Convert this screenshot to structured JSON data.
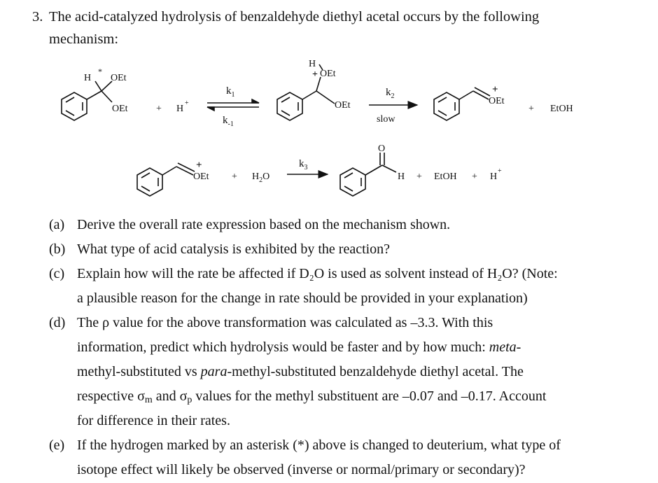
{
  "question": {
    "number": "3.",
    "stem_line1": "The acid-catalyzed hydrolysis of benzaldehyde diethyl acetal occurs by the following",
    "stem_line2": "mechanism:"
  },
  "scheme": {
    "acetal": {
      "h_label": "H",
      "asterisk": "*",
      "oet_top": "OEt",
      "oet_bottom": "OEt"
    },
    "plus1": "+",
    "hplus": {
      "h": "H",
      "sup": "+"
    },
    "k1": {
      "k": "k",
      "sub": "1"
    },
    "kminus1": {
      "k": "k",
      "sub": "-1"
    },
    "protonated": {
      "h_label": "H",
      "plus": "+",
      "oet_top": "OEt",
      "oet_bottom": "OEt"
    },
    "k2": {
      "k": "k",
      "sub": "2"
    },
    "slow": "slow",
    "oxocarbenium1": {
      "plus": "+",
      "oet": "OEt"
    },
    "plus2": "+",
    "etoh1": "EtOH",
    "oxocarbenium2": {
      "plus": "+",
      "oet": "OEt"
    },
    "plus3": "+",
    "water": {
      "h": "H",
      "sub": "2",
      "o": "O"
    },
    "k3": {
      "k": "k",
      "sub": "3"
    },
    "aldehyde": {
      "o": "O",
      "h": "H"
    },
    "plus4": "+",
    "etoh2": "EtOH",
    "plus5": "+",
    "hplus2": {
      "h": "H",
      "sup": "+"
    }
  },
  "parts": {
    "a": {
      "label": "(a)",
      "text": "Derive the overall rate expression based on the mechanism shown."
    },
    "b": {
      "label": "(b)",
      "text": "What type of acid catalysis is exhibited by the reaction?"
    },
    "c": {
      "label": "(c)",
      "line1": "Explain how will the rate be affected if D₂O is used as solvent instead of H₂O? (Note:",
      "line2": "a plausible reason for the change in rate should be provided in your explanation)"
    },
    "d": {
      "label": "(d)",
      "t1": "The ρ value for the above transformation was calculated as –3.3. With this",
      "t2": "information, predict which hydrolysis would be faster and by how much: ",
      "t2_italic": "meta-",
      "t3": "methyl-substituted vs ",
      "t3_italic": "para",
      "t3_rest": "-methyl-substituted benzaldehyde diethyl acetal. The",
      "t4_a": "respective σ",
      "t4_sub_m": "m",
      "t4_b": " and σ",
      "t4_sub_p": "p",
      "t4_c": " values for the methyl substituent are –0.07 and –0.17. Account",
      "t5": "for difference in their rates."
    },
    "e": {
      "label": "(e)",
      "line1": "If the hydrogen marked by an asterisk (*) above is changed to deuterium, what type of",
      "line2": "isotope effect will likely be observed (inverse or normal/primary or secondary)?"
    }
  }
}
